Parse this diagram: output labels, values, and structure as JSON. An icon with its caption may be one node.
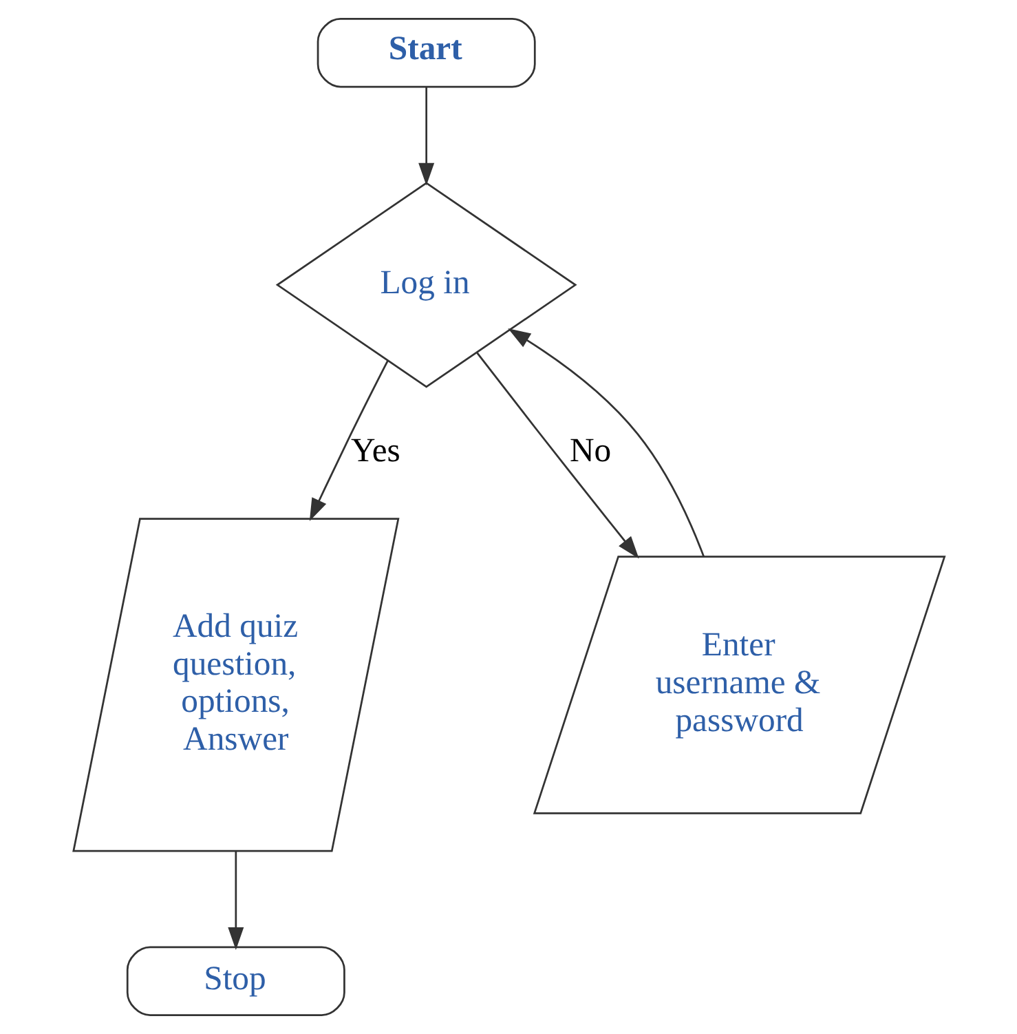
{
  "diagram": {
    "nodes": [
      {
        "text": [
          "Start"
        ]
      },
      {
        "text": [
          "Log in"
        ]
      },
      {
        "text": [
          "Add quiz question, options, Answer"
        ]
      },
      {
        "text": [
          "Enter username & password"
        ]
      },
      {
        "text": [
          "Stop"
        ]
      }
    ],
    "edges": [
      {
        "from": 0,
        "to": 1,
        "arrow": "to"
      },
      {
        "from": 1,
        "to": 2,
        "arrow": "to",
        "label": "Yes"
      },
      {
        "from": 1,
        "to": 3,
        "arrow": "to",
        "label": "No"
      },
      {
        "from": 3,
        "to": 1,
        "arrow": "to"
      },
      {
        "from": 2,
        "to": 4,
        "arrow": "to"
      }
    ]
  }
}
